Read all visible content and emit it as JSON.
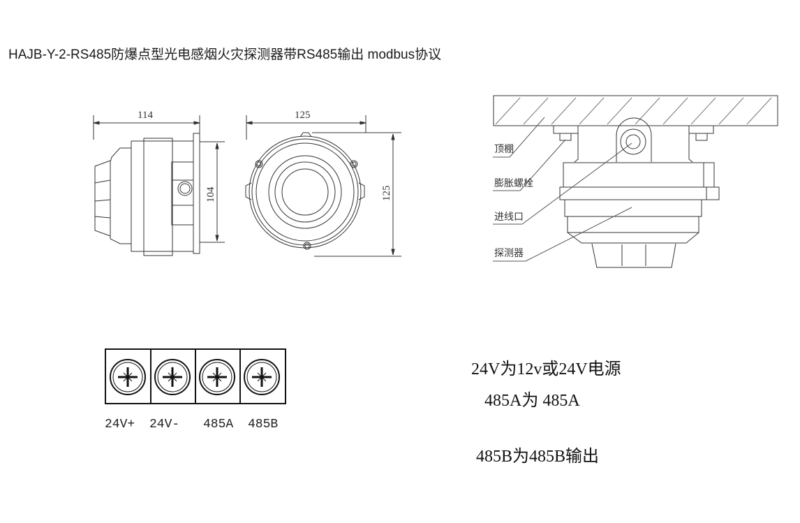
{
  "title": "HAJB-Y-2-RS485防爆点型光电感烟火灾探测器带RS485输出  modbus协议",
  "dimensions": {
    "side_width": "114",
    "side_height": "104",
    "front_width": "125",
    "front_height": "125"
  },
  "install_labels": [
    "顶棚",
    "膨胀螺栓",
    "进线口",
    "探测器"
  ],
  "terminals": [
    "24V+",
    "24V-",
    "485A",
    "485B"
  ],
  "notes": [
    "24V为12v或24V电源",
    "485A为 485A",
    "485B为485B输出"
  ]
}
